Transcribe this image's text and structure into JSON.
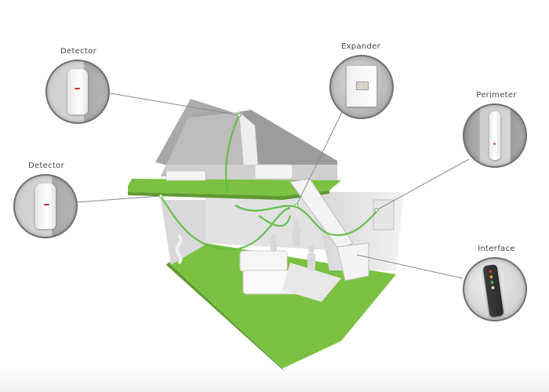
{
  "diagram": {
    "type": "home-security-system-illustration",
    "colors": {
      "floor_green": "#7cc242",
      "wire_green": "#5dbb3f",
      "wall_light": "#ececec",
      "wall_shadow": "#c9c9c9",
      "roof": "#a9a9a9",
      "lens_border": "#6f6f6f",
      "leader_line": "#8a8a8a",
      "label_text": "#444444"
    },
    "callouts": [
      {
        "id": "detector-top",
        "label": "Detector",
        "device": "motion-detector"
      },
      {
        "id": "detector-left",
        "label": "Detector",
        "device": "motion-detector"
      },
      {
        "id": "expander",
        "label": "Expander",
        "device": "expander-module"
      },
      {
        "id": "perimeter",
        "label": "Perimeter",
        "device": "door-contact-sensor"
      },
      {
        "id": "interface",
        "label": "Interface",
        "device": "remote-keypad"
      }
    ],
    "interface_leds": [
      "#c0392b",
      "#e0a020",
      "#4caf50",
      "#cfcfcf"
    ]
  }
}
